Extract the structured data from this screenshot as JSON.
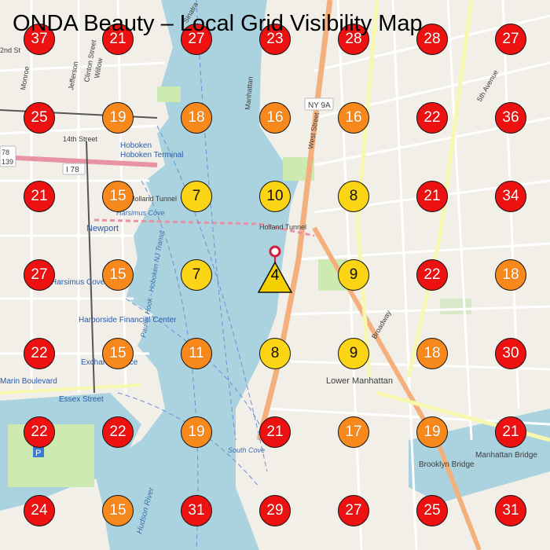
{
  "title": "ONDA Beauty – Local Grid Visibility Map",
  "colors": {
    "water": "#aad3df",
    "land": "#f2efe9",
    "park": "#cdebb0",
    "rank_high": "#ee1111",
    "rank_mid": "#f7891c",
    "rank_low": "#fbd416",
    "business_marker": "#f5d000"
  },
  "business_location": {
    "rank": "4",
    "icon": "map-pin-icon"
  },
  "grid": [
    [
      "37",
      "21",
      "27",
      "23",
      "28",
      "28",
      "27"
    ],
    [
      "25",
      "19",
      "18",
      "16",
      "16",
      "22",
      "36"
    ],
    [
      "21",
      "15",
      "7",
      "10",
      "8",
      "21",
      "34"
    ],
    [
      "27",
      "15",
      "7",
      "",
      "9",
      "22",
      "18"
    ],
    [
      "22",
      "15",
      "11",
      "8",
      "9",
      "18",
      "30"
    ],
    [
      "22",
      "22",
      "19",
      "21",
      "17",
      "19",
      "21"
    ],
    [
      "24",
      "15",
      "31",
      "29",
      "27",
      "25",
      "31"
    ]
  ],
  "map_labels": {
    "hoboken_terminal": "Hoboken Terminal",
    "hoboken": "Hoboken",
    "holland_tunnel_west": "Holland Tunnel",
    "holland_tunnel_east": "Holland Tunnel",
    "newport": "Newport",
    "harsimus_cove_water": "Harsimus Cove",
    "harsimus_cove": "Harsimus Cove",
    "harborside": "Harborside Financial Center",
    "exchange_place": "Exchange Place",
    "marin_boulevard": "Marin Boulevard",
    "essex_street": "Essex Street",
    "west_street": "West Street",
    "lower_manhattan": "Lower Manhattan",
    "brooklyn_bridge": "Brooklyn Bridge",
    "manhattan_bridge": "Manhattan Bridge",
    "broadway": "Broadway",
    "fifth_avenue": "5th Avenue",
    "hudson_river": "Hudson River",
    "ny9a": "NY 9A",
    "i78": "I 78",
    "route_139": "139",
    "route_78": "78",
    "manhattan": "Manhattan",
    "paulus_hook_ferry": "Paulus Hook - Hoboken NJ Transit",
    "south_cove": "South Cove",
    "monroe": "Monroe",
    "jefferson": "Jefferson",
    "clinton_street": "Clinton Street",
    "willow": "Willow",
    "second_street": "2nd St",
    "fourteenth_street": "14th Street",
    "sinatra": "Sinatra",
    "parking": "P"
  }
}
